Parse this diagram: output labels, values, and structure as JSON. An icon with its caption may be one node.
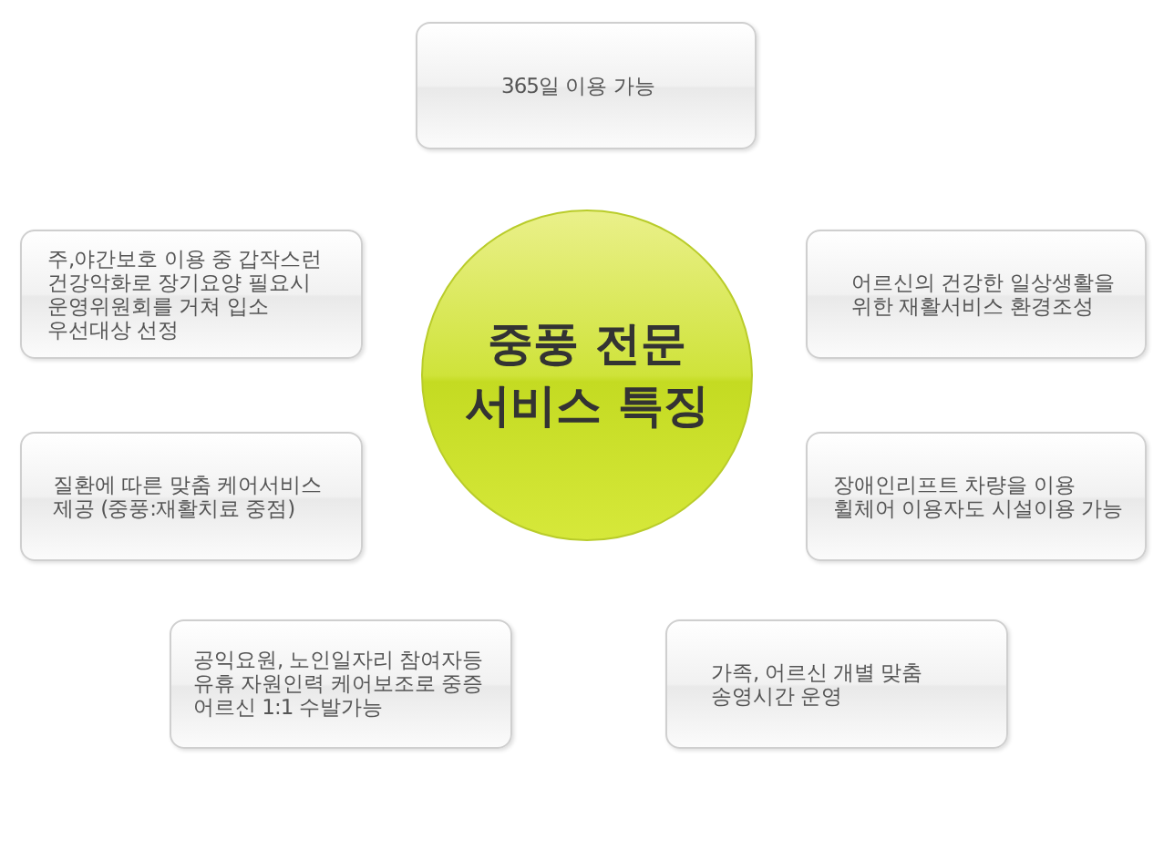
{
  "diagram": {
    "nodes": [
      {
        "text": [
          "중풍 전문 서비스 특징"
        ]
      },
      {
        "text": [
          "365일 이용 가능"
        ]
      },
      {
        "text": [
          "주,야간보호 이용 중 갑작스런 건강악화로 장기요양 필요시 운영위원회를 거쳐 입소 우선대상 선정"
        ]
      },
      {
        "text": [
          "어르신의 건강한 일상생활을 위한 재활서비스 환경조성"
        ]
      },
      {
        "text": [
          "질환에 따른 맞춤 케어서비스 제공 (중풍:재활치료 중점)"
        ]
      },
      {
        "text": [
          "장애인리프트 차량을 이용 휠체어 이용자도 시설이용 가능"
        ]
      },
      {
        "text": [
          "공익요원, 노인일자리 참여자등 유휴 자원인력 케어보조로 중증 어르신 1:1 수발가능"
        ]
      },
      {
        "text": [
          "가족, 어르신 개별 맞춤 송영시간 운영"
        ]
      }
    ]
  }
}
